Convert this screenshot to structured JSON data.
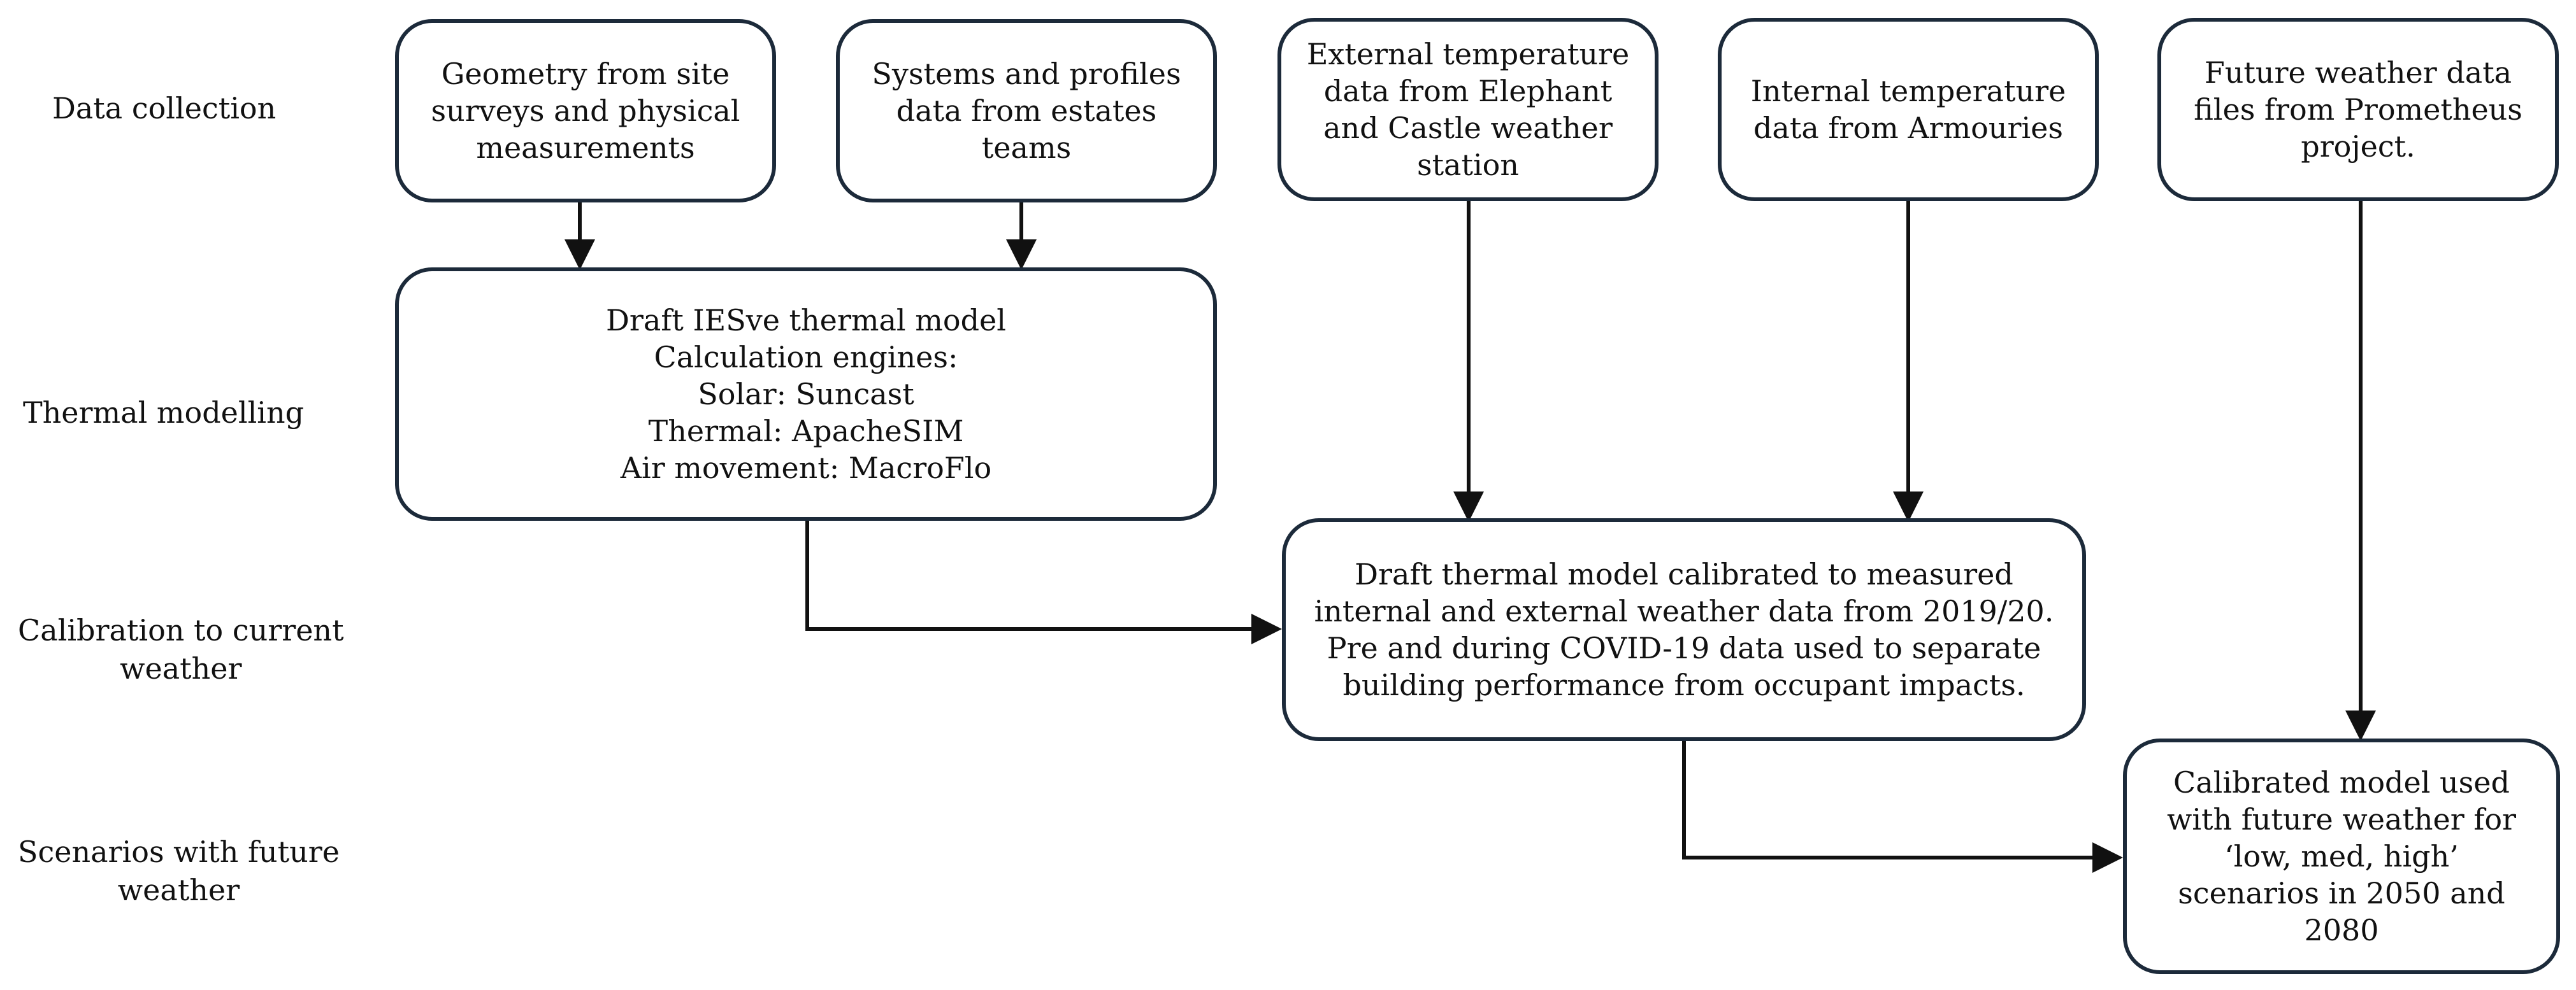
{
  "stages": [
    {
      "id": "data-collection",
      "label": "Data collection"
    },
    {
      "id": "thermal-modelling",
      "label": "Thermal modelling"
    },
    {
      "id": "calibration",
      "label": "Calibration to current\nweather"
    },
    {
      "id": "scenarios",
      "label": "Scenarios with future\nweather"
    }
  ],
  "boxes": {
    "geometry": "Geometry from site\nsurveys and physical\nmeasurements",
    "systems": "Systems and profiles\ndata from estates\nteams",
    "external_temp": "External temperature\ndata from Elephant\nand Castle weather\nstation",
    "internal_temp": "Internal temperature\ndata from Armouries",
    "future_weather": "Future weather data\nfiles from Prometheus\nproject.",
    "draft_model": "Draft IESve thermal model\nCalculation engines:\nSolar: Suncast\nThermal: ApacheSIM\nAir movement: MacroFlo",
    "calibrated_draft": "Draft thermal model calibrated to measured\ninternal and external weather data from 2019/20.\nPre and during COVID-19 data used to separate\nbuilding performance from occupant impacts.",
    "final_model": "Calibrated model used\nwith future weather for\n‘low, med, high’\nscenarios in 2050 and\n2080"
  },
  "colors": {
    "box_border": "#1c2a3a",
    "arrow": "#111111",
    "text": "#111111"
  }
}
